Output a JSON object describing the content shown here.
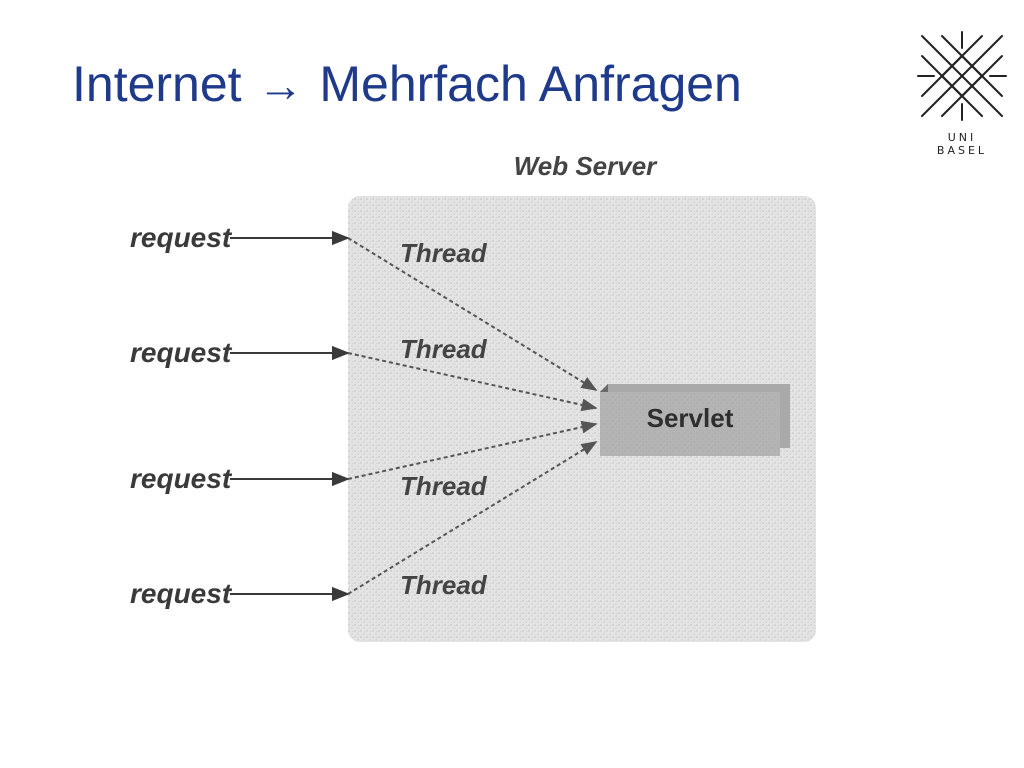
{
  "slide": {
    "title_left": "Internet",
    "title_arrow": "→",
    "title_right": "Mehrfach Anfragen"
  },
  "logo": {
    "line1": "UNI",
    "line2": "BASEL"
  },
  "diagram": {
    "server_label": "Web Server",
    "servlet_label": "Servlet",
    "requests": [
      {
        "label": "request",
        "thread": "Thread"
      },
      {
        "label": "request",
        "thread": "Thread"
      },
      {
        "label": "request",
        "thread": "Thread"
      },
      {
        "label": "request",
        "thread": "Thread"
      }
    ]
  }
}
